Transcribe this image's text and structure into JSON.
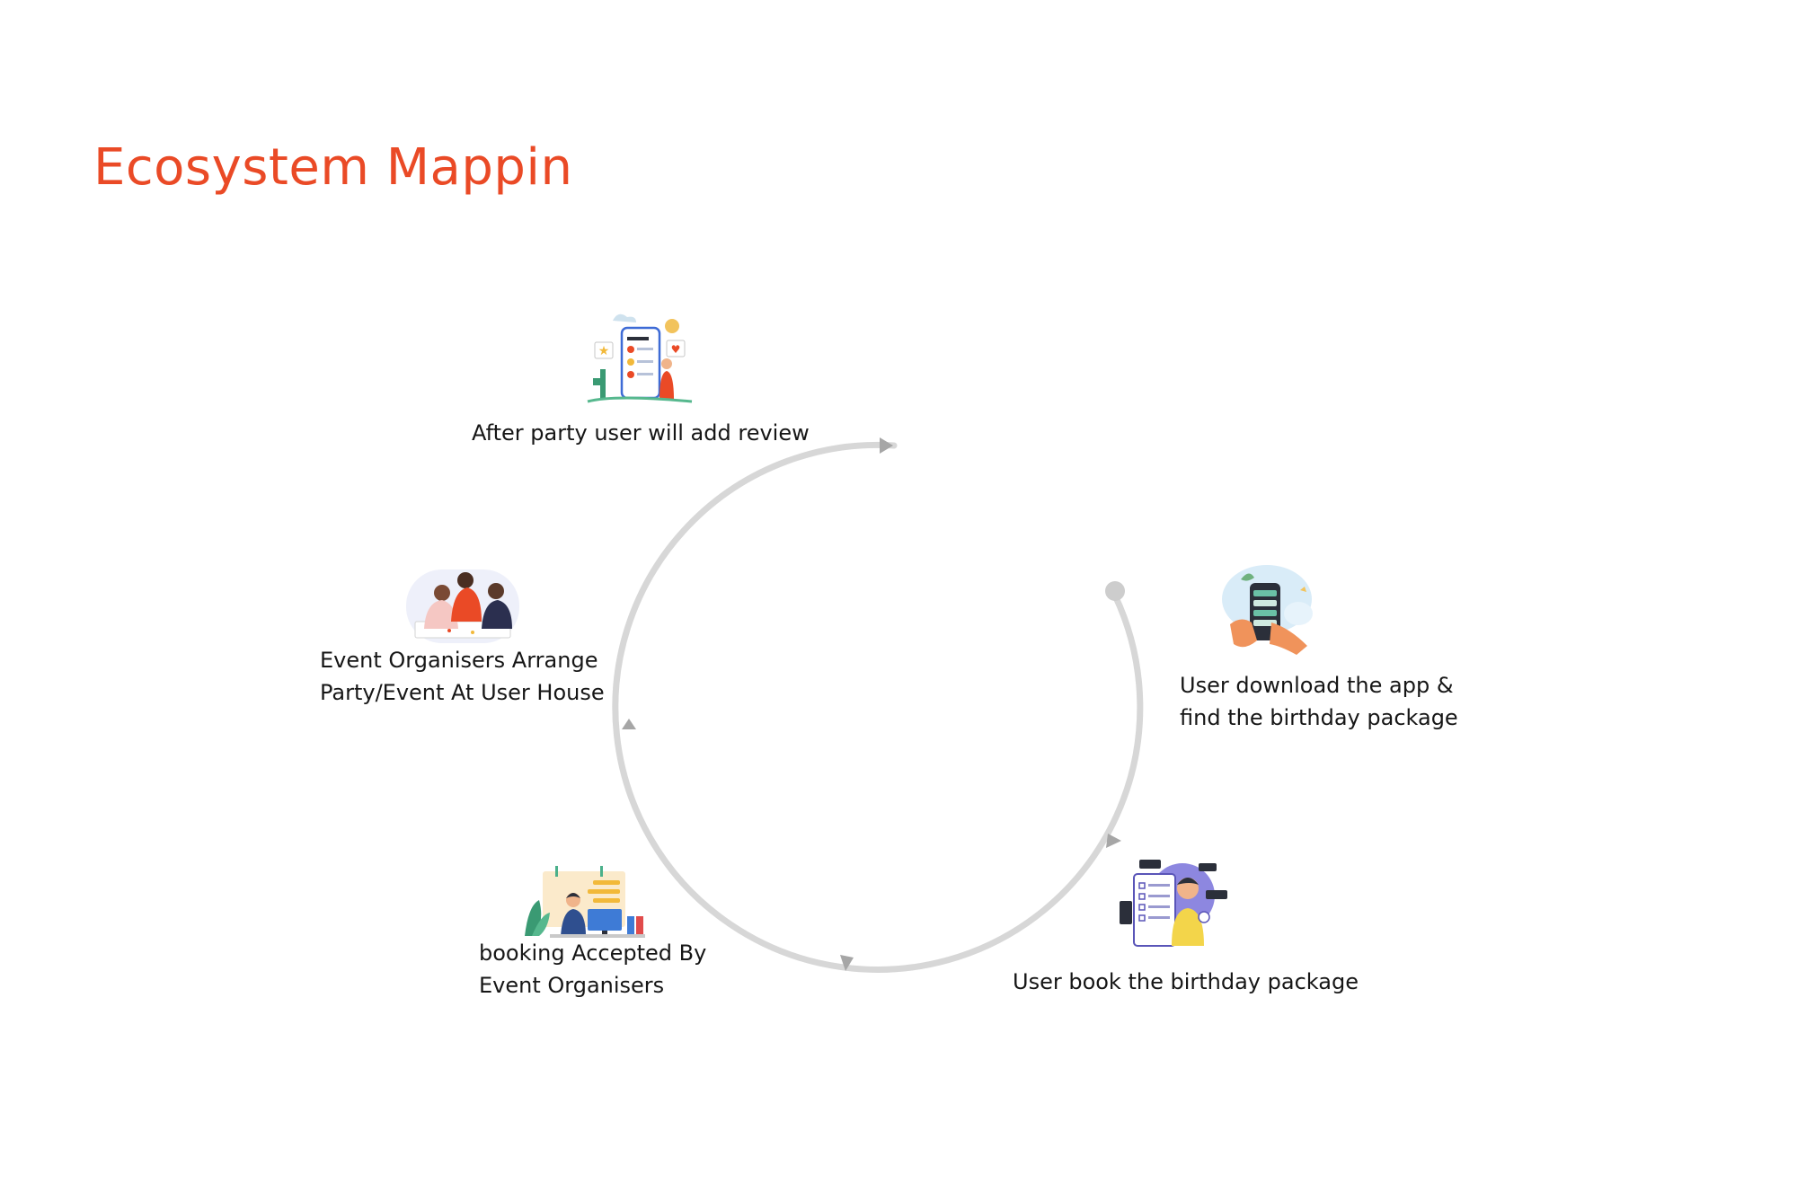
{
  "title": "Ecosystem Mappin",
  "steps": [
    {
      "lines": [
        "User download the app &",
        "find the birthday package"
      ],
      "icon": "phone-in-hand-icon"
    },
    {
      "lines": [
        "User book the birthday package"
      ],
      "icon": "booking-checklist-icon"
    },
    {
      "lines": [
        "booking Accepted By",
        "Event Organisers"
      ],
      "icon": "desk-worker-calendar-icon"
    },
    {
      "lines": [
        "Event Organisers Arrange",
        "Party/Event At User House"
      ],
      "icon": "team-planning-icon"
    },
    {
      "lines": [
        "After party user will add review"
      ],
      "icon": "reviews-phone-icon"
    }
  ],
  "colors": {
    "accent": "#ea4a26",
    "cycle": "#d7d7d7",
    "arrow": "#a6a6a6"
  }
}
